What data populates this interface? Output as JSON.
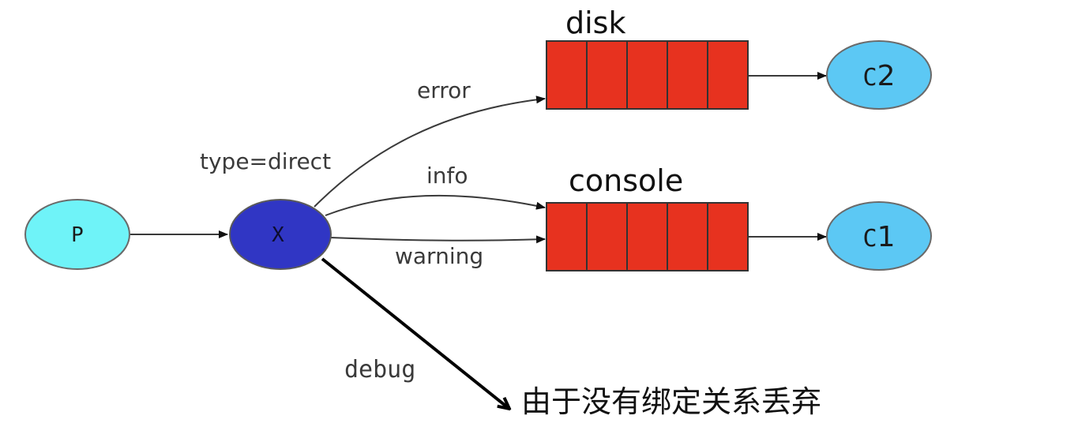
{
  "diagram": {
    "producer": {
      "label": "P"
    },
    "exchange": {
      "label": "X",
      "type_label": "type=direct"
    },
    "queues": {
      "disk": {
        "label": "disk"
      },
      "console": {
        "label": "console"
      }
    },
    "consumers": {
      "c2": {
        "prefix": "C",
        "number": "2"
      },
      "c1": {
        "prefix": "C",
        "number": "1"
      }
    },
    "bindings": {
      "error": "error",
      "info": "info",
      "warning": "warning",
      "debug": "debug"
    },
    "discard_note": "由于没有绑定关系丢弃"
  },
  "colors": {
    "producer_fill": "#6ff3f8",
    "exchange_fill": "#3036c4",
    "queue_fill": "#e7321f",
    "consumer_fill": "#5cc8f4",
    "outline": "#6a6a6a",
    "edge": "#3a3a3a",
    "debug_edge": "#000000"
  }
}
